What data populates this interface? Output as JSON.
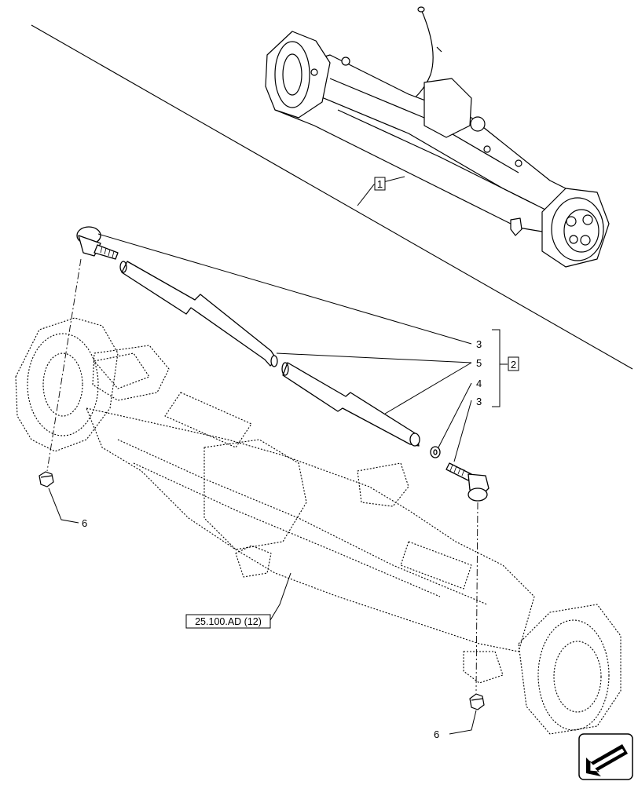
{
  "callouts": {
    "c1": "1",
    "c2": "2",
    "c3a": "3",
    "c5": "5",
    "c4": "4",
    "c3b": "3",
    "c6a": "6",
    "c6b": "6"
  },
  "reference": "25.100.AD (12)",
  "nav_icon": "arrow-icon"
}
